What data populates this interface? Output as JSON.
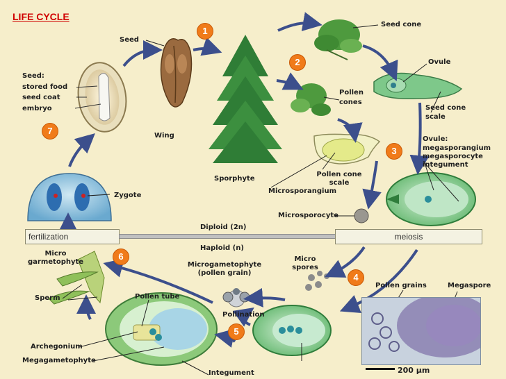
{
  "title": "LIFE CYCLE",
  "steps": [
    "1",
    "2",
    "3",
    "4",
    "5",
    "6",
    "7"
  ],
  "labels": {
    "seed": "Seed",
    "seed_cone": "Seed cone",
    "ovule": "Ovule",
    "seed_detail_title": "Seed:",
    "stored_food": "stored food",
    "seed_coat": "seed coat",
    "embryo": "embryo",
    "wing": "Wing",
    "pollen_cones_1": "Pollen",
    "pollen_cones_2": "cones",
    "seed_cone_scale_1": "Seed cone",
    "seed_cone_scale_2": "scale",
    "ovule_detail_title": "Ovule:",
    "megasporangium": "megasporangium",
    "megasporocyte": "megasporocyte",
    "integument_top": "integument",
    "sporophyte": "Sporphyte",
    "pollen_cone_scale_1": "Pollen cone",
    "pollen_cone_scale_2": "scale",
    "microsporangium": "Microsporangium",
    "zygote": "Zygote",
    "microsporocyte": "Microsporocyte",
    "fertilization": "fertilization",
    "diploid": "Diploid (2n)",
    "meiosis": "meiosis",
    "haploid": "Haploid (n)",
    "micro_garmetophyte_1": "Micro",
    "micro_garmetophyte_2": "garmetophyte",
    "microgametophyte_1": "Microgametophyte",
    "microgametophyte_2": "(pollen grain)",
    "micro_spores_1": "Micro",
    "micro_spores_2": "spores",
    "sperm": "Sperm",
    "pollen_tube": "Pollen tube",
    "pollen_grains": "Pollen grains",
    "megaspore": "Megaspore",
    "pollination": "Pollination",
    "archegonium": "Archegonium",
    "megagametophyte": "Megagametophyte",
    "integument_bottom": "Integument",
    "scale": "200 µm"
  },
  "colors": {
    "title": "#d00000",
    "step_badge": "#f07b1a",
    "arrow": "#3c4f8c",
    "background": "#f6eecb",
    "green_tissue": "#8cc97a",
    "blue_cell": "#7fb8d8"
  }
}
